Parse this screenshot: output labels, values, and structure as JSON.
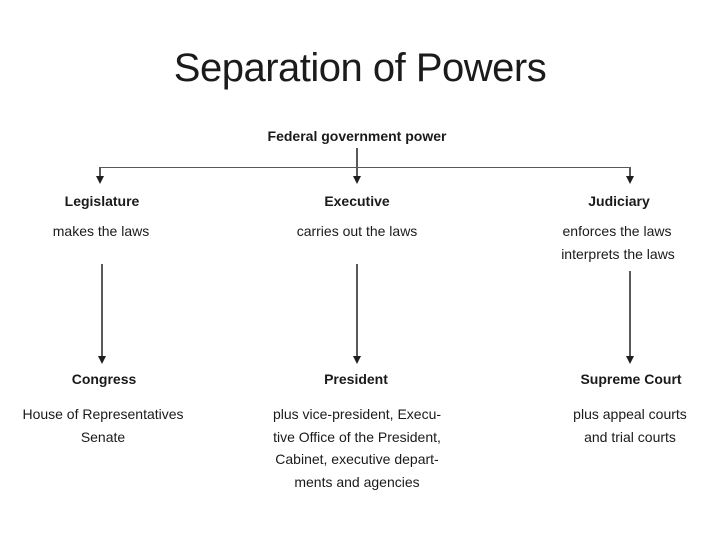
{
  "slide": {
    "title": "Separation of Powers",
    "root_label": "Federal government power",
    "legislature": {
      "branch_label": "Legislature",
      "branch_desc": "makes the laws",
      "node_label": "Congress",
      "node_desc_line1": "House of Representatives",
      "node_desc_line2": "Senate"
    },
    "executive": {
      "branch_label": "Executive",
      "branch_desc": "carries out the laws",
      "node_label": "President",
      "node_desc_line1": "plus vice-president, Execu-",
      "node_desc_line2": "tive Office of the President,",
      "node_desc_line3": "Cabinet, executive depart-",
      "node_desc_line4": "ments and agencies"
    },
    "judiciary": {
      "branch_label": "Judiciary",
      "branch_desc_line1": "enforces the laws",
      "branch_desc_line2": "interprets the laws",
      "node_label": "Supreme Court",
      "node_desc_line1": "plus appeal courts",
      "node_desc_line2": "and trial courts"
    },
    "colors": {
      "text": "#1a1a1a",
      "connector_line": "#595959",
      "arrowhead": "#1f1f1f",
      "background": "#ffffff"
    }
  }
}
